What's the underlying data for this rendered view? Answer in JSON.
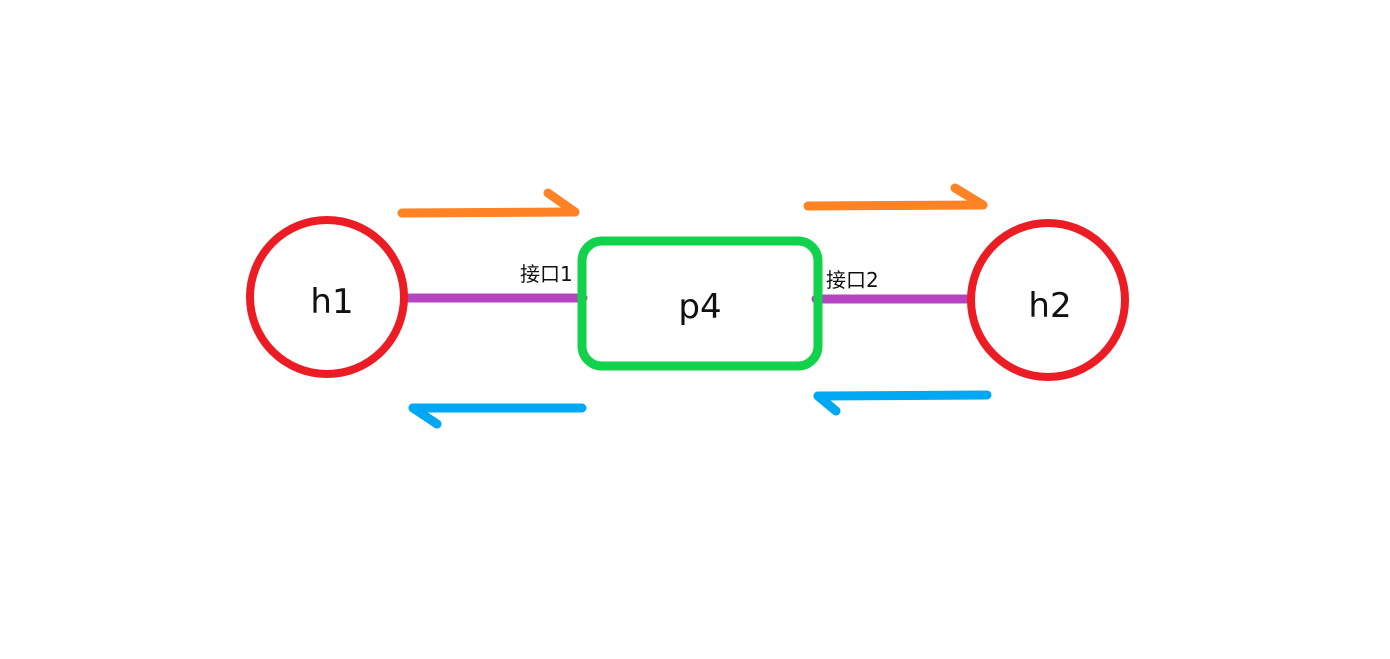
{
  "nodes": {
    "h1": {
      "label": "h1"
    },
    "p4": {
      "label": "p4"
    },
    "h2": {
      "label": "h2"
    }
  },
  "ports": {
    "port1": {
      "label": "接口1"
    },
    "port2": {
      "label": "接口2"
    }
  },
  "colors": {
    "host_circle": "#ec1c24",
    "switch_box": "#12d14a",
    "link": "#b444c0",
    "forward_arrow": "#ff8225",
    "return_arrow": "#00a8f3"
  }
}
